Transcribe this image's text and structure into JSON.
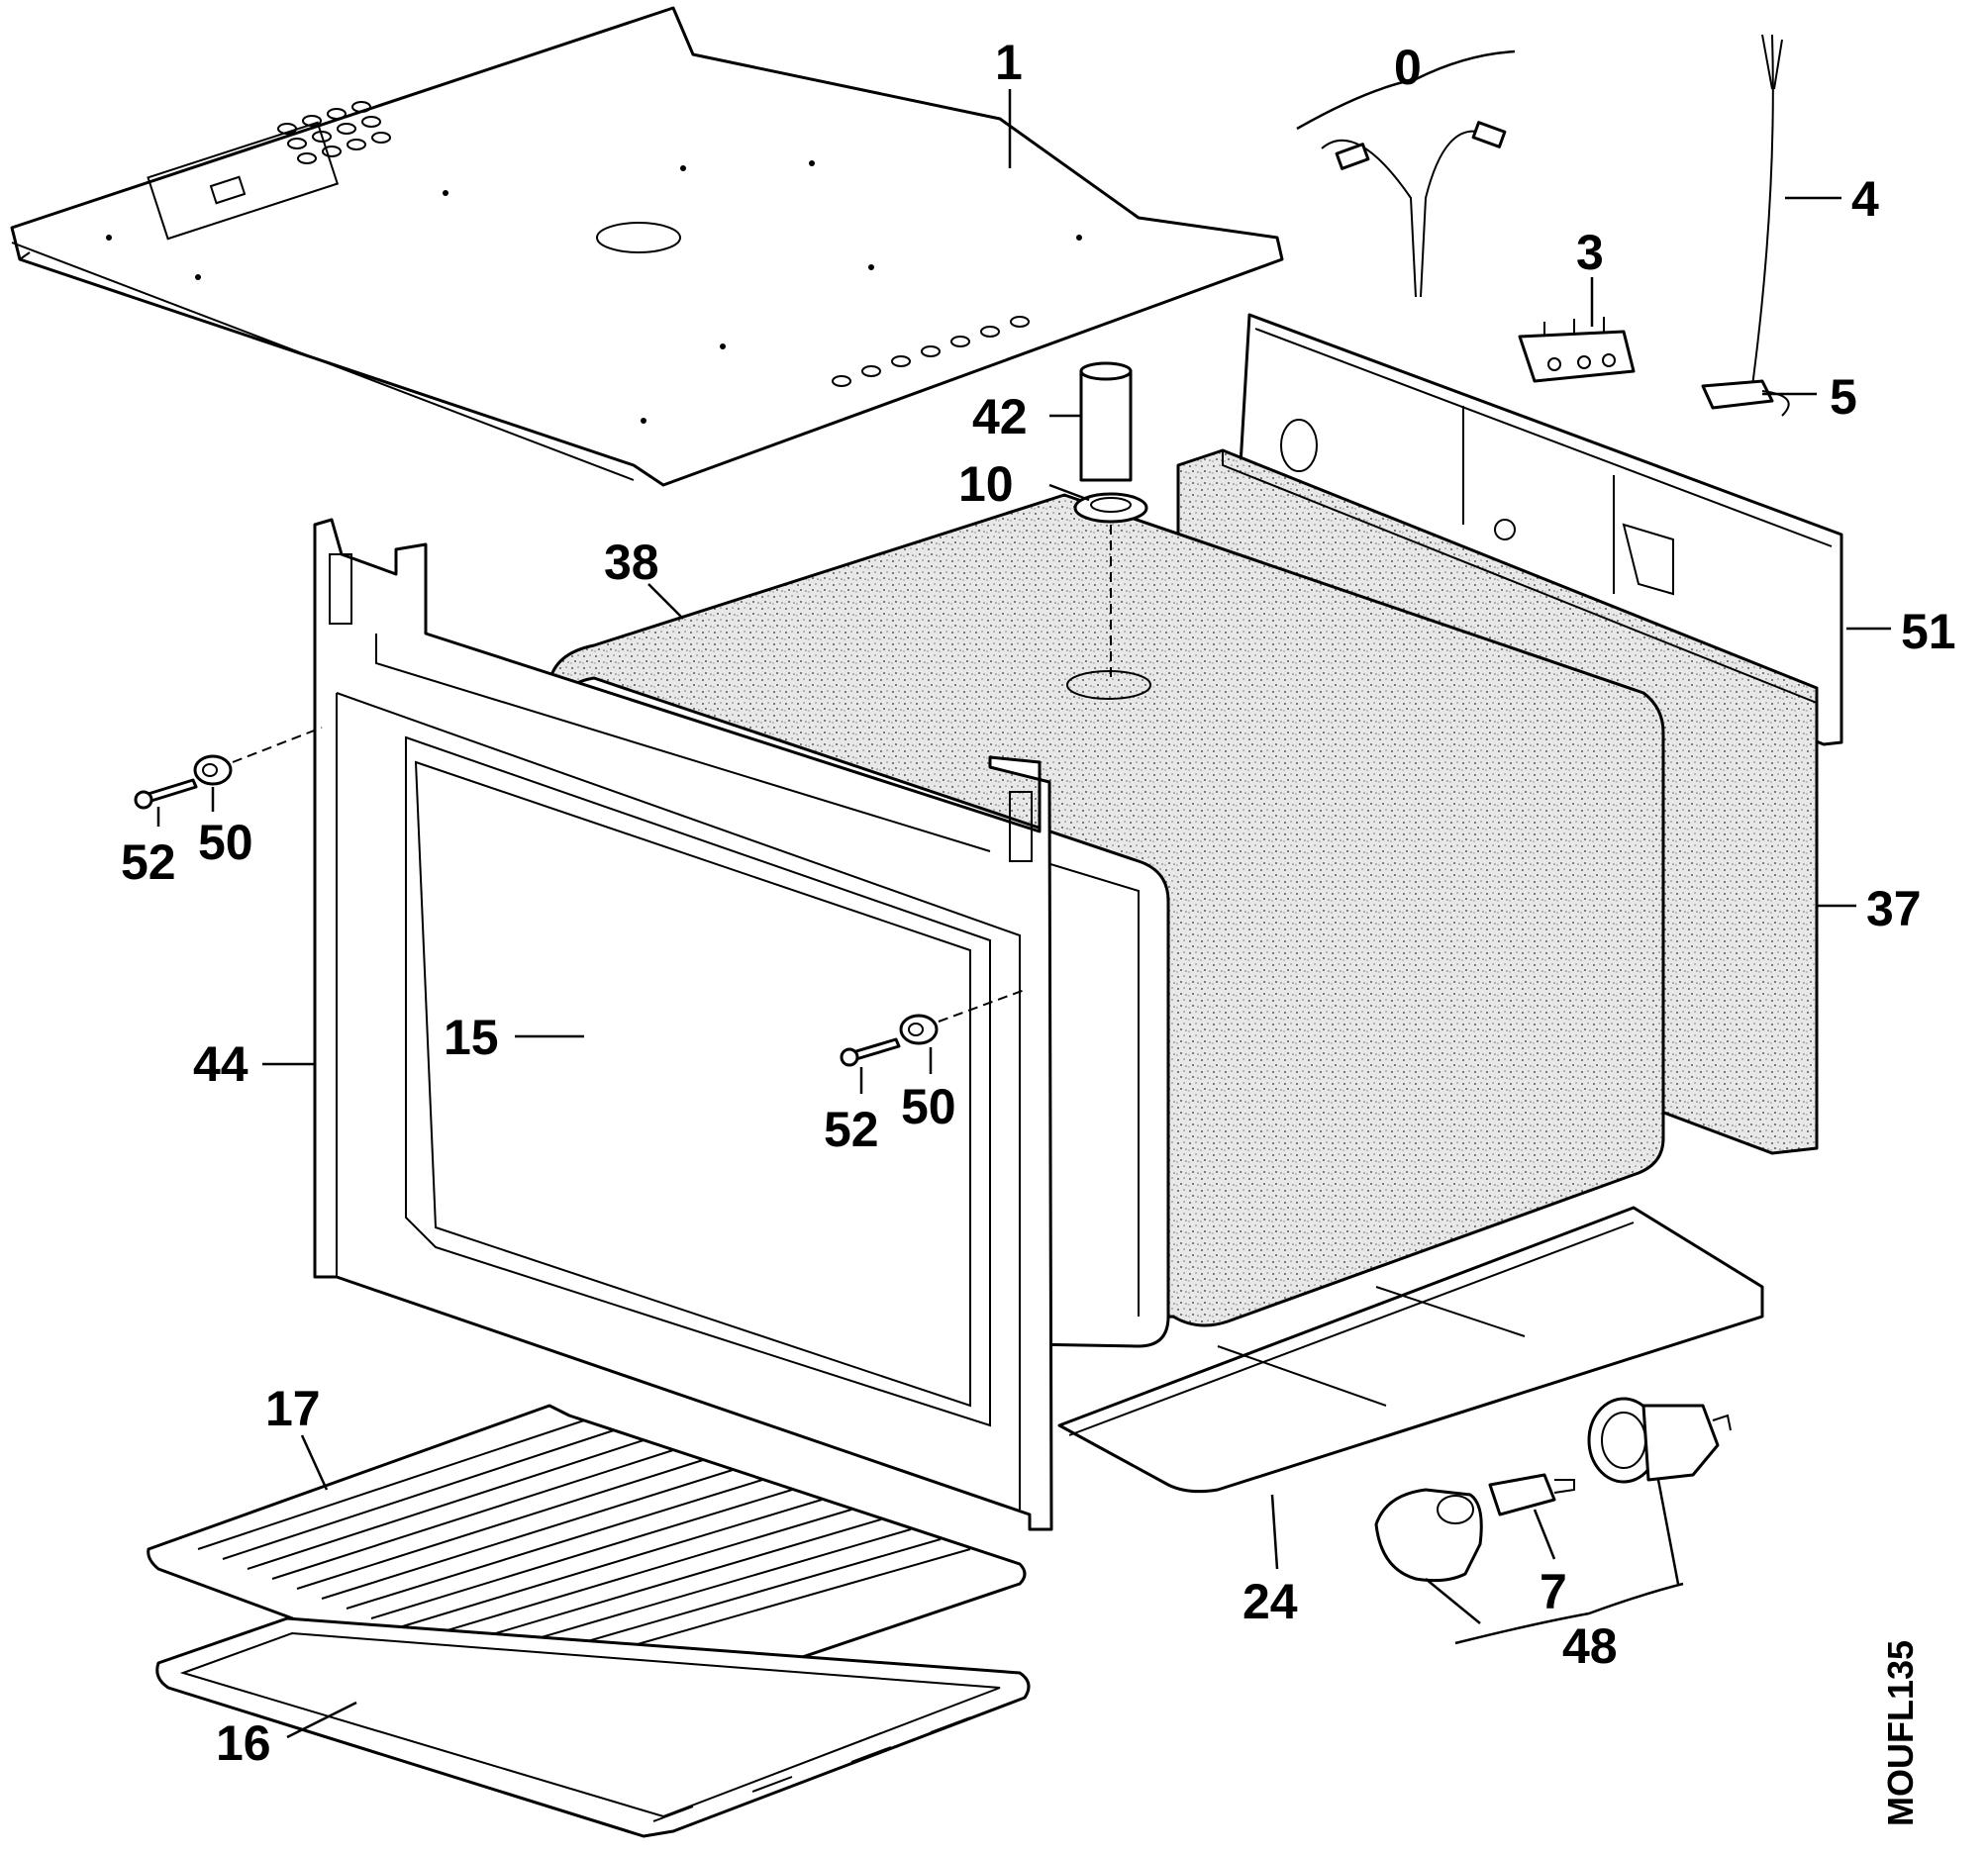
{
  "diagram": {
    "drawing_code": "MOUFL135",
    "callouts": [
      {
        "id": "c1",
        "label": "1"
      },
      {
        "id": "c0",
        "label": "0"
      },
      {
        "id": "c4",
        "label": "4"
      },
      {
        "id": "c3",
        "label": "3"
      },
      {
        "id": "c5",
        "label": "5"
      },
      {
        "id": "c42",
        "label": "42"
      },
      {
        "id": "c10",
        "label": "10"
      },
      {
        "id": "c38",
        "label": "38"
      },
      {
        "id": "c51",
        "label": "51"
      },
      {
        "id": "c52a",
        "label": "52"
      },
      {
        "id": "c50a",
        "label": "50"
      },
      {
        "id": "c37",
        "label": "37"
      },
      {
        "id": "c15",
        "label": "15"
      },
      {
        "id": "c44",
        "label": "44"
      },
      {
        "id": "c52b",
        "label": "52"
      },
      {
        "id": "c50b",
        "label": "50"
      },
      {
        "id": "c17",
        "label": "17"
      },
      {
        "id": "c24",
        "label": "24"
      },
      {
        "id": "c7",
        "label": "7"
      },
      {
        "id": "c48",
        "label": "48"
      },
      {
        "id": "c16",
        "label": "16"
      }
    ]
  }
}
